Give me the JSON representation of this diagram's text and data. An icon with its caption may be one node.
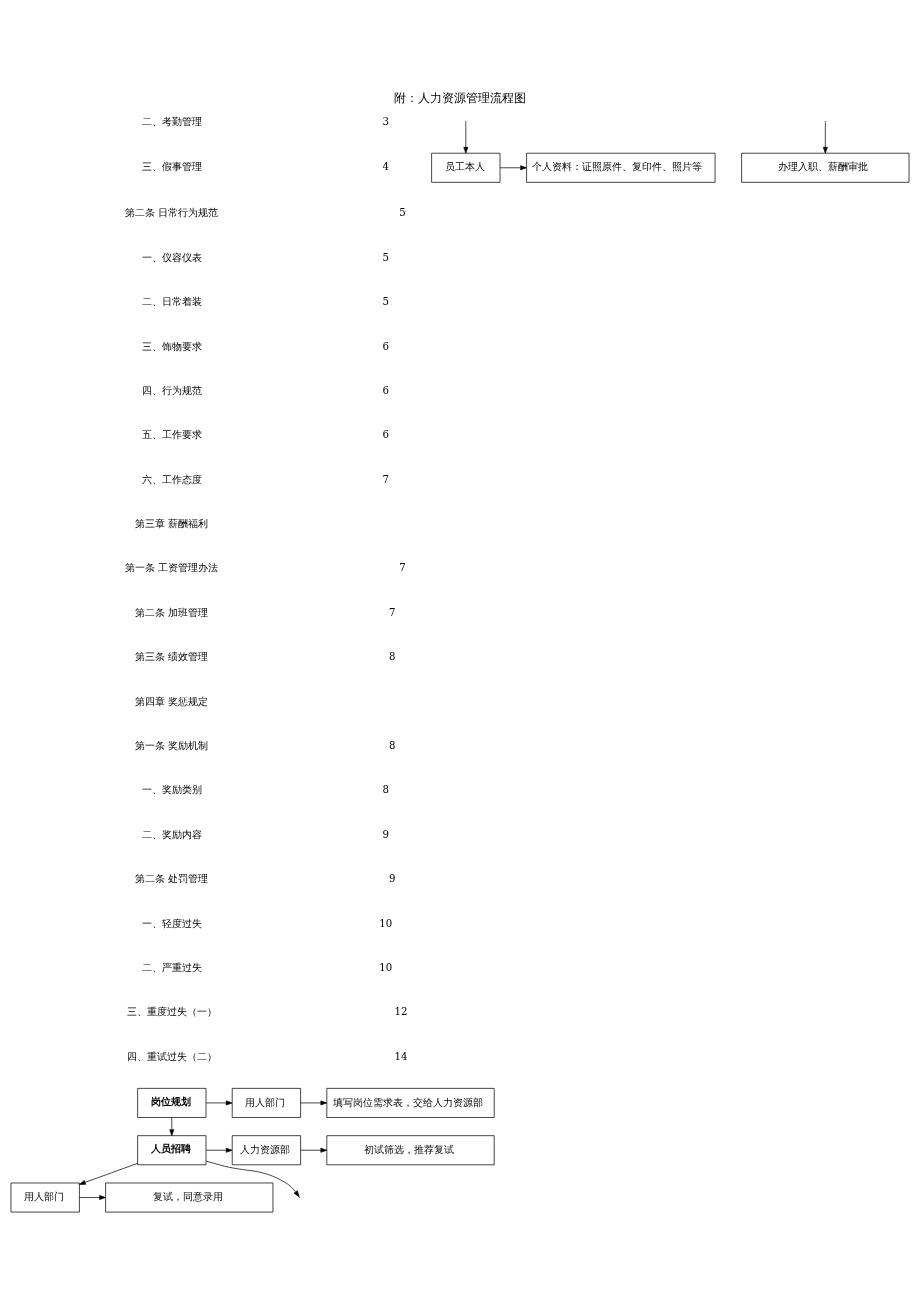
{
  "diagram": {
    "title": "附：人力资源管理流程图",
    "nodes": [
      {
        "text": [
          "岗位规划"
        ]
      },
      {
        "text": [
          "用人部门"
        ]
      },
      {
        "text": [
          "填写岗位需求表，交给人力资源部"
        ]
      },
      {
        "text": [
          "人员招聘"
        ]
      },
      {
        "text": [
          "人力资源部"
        ]
      },
      {
        "text": [
          "初试筛选，推荐复试"
        ]
      },
      {
        "text": [
          "用人部门"
        ]
      },
      {
        "text": [
          "复试，同意录用"
        ]
      },
      {
        "text": [
          "员工本人"
        ]
      },
      {
        "text": [
          "个人资料：证照原件、复印件、照片等"
        ]
      },
      {
        "text": [
          "办理入职、薪酬审批"
        ]
      }
    ],
    "edges": [
      {
        "from": 0,
        "to": 1,
        "arrow": "to"
      },
      {
        "from": 1,
        "to": 2,
        "arrow": "to"
      },
      {
        "from": 0,
        "to": 3,
        "arrow": "to"
      },
      {
        "from": 3,
        "to": 4,
        "arrow": "to"
      },
      {
        "from": 3,
        "to": 6,
        "arrow": "to"
      },
      {
        "from": 4,
        "to": 5,
        "arrow": "to"
      },
      {
        "from": 6,
        "to": 7,
        "arrow": "to"
      },
      {
        "from": 3,
        "to": null,
        "arrow": "to"
      },
      {
        "from": null,
        "to": 8,
        "arrow": "to"
      },
      {
        "from": 8,
        "to": 9,
        "arrow": "to"
      },
      {
        "from": null,
        "to": 10,
        "arrow": "to"
      }
    ],
    "labels": [
      "二、考勤管理",
      "3",
      "三、假事管理",
      "4",
      "第二条 日常行为规范",
      "5",
      "一、仪容仪表",
      "5",
      "二、日常着装",
      "5",
      "三、饰物要求",
      "6",
      "四、行为规范",
      "6",
      "五、工作要求",
      "6",
      "六、工作态度",
      "7",
      "第三章 薪酬福利",
      "第一条 工资管理办法",
      "7",
      "第二条 加班管理",
      "7",
      "第三条 绩效管理",
      "8",
      "第四章 奖惩规定",
      "第一条 奖励机制",
      "8",
      "一、奖励类别",
      "8",
      "二、奖励内容",
      "9",
      "第二条 处罚管理",
      "9",
      "一、轻度过失",
      "10",
      "二、严重过失",
      "10",
      "三、重度过失（一）",
      "12",
      "四、重试过失（二）",
      "14"
    ]
  }
}
